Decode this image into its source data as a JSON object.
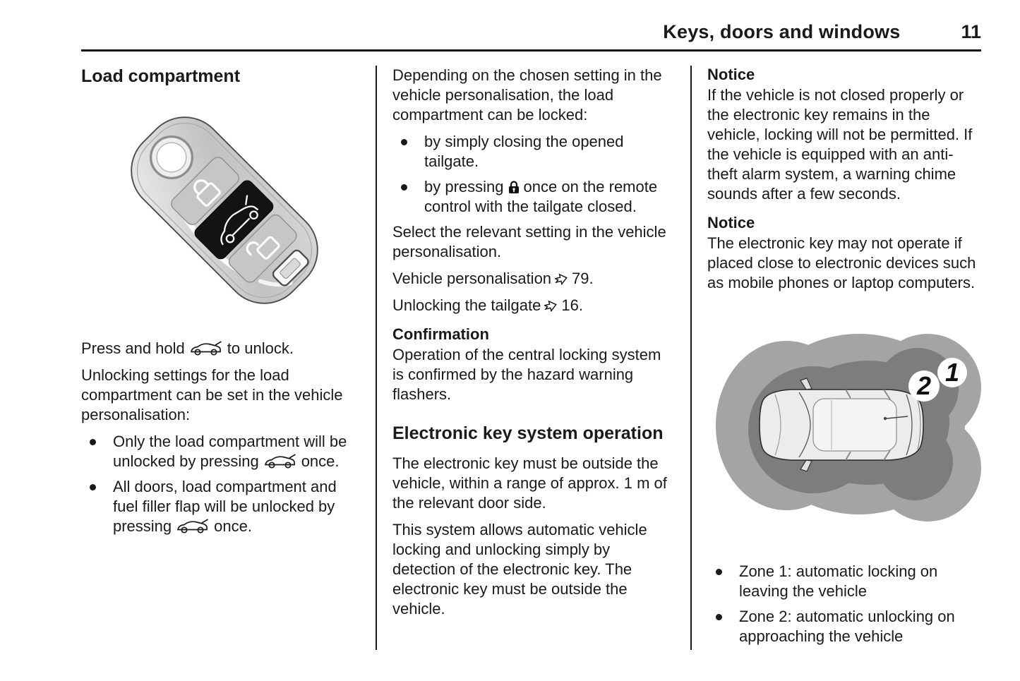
{
  "header": {
    "title": "Keys, doors and windows",
    "page_number": "11"
  },
  "left_column": {
    "heading": "Load compartment",
    "press_hold": {
      "pre": "Press and hold",
      "post": "to unlock."
    },
    "unlock_settings_intro": "Unlocking settings for the load compartment can be set in the vehicle personalisation:",
    "bullet1": {
      "pre": "Only the load compartment will be unlocked by pressing",
      "post": "once."
    },
    "bullet2": {
      "pre": "All doors, load compartment and fuel filler flap will be unlocked by pressing",
      "post": "once."
    }
  },
  "middle_column": {
    "intro": "Depending on the chosen setting in the vehicle personalisation, the load compartment can be locked:",
    "bullet1": "by simply closing the opened tailgate.",
    "bullet2": {
      "pre": "by pressing",
      "post": "once on the remote control with the tailgate closed."
    },
    "select_setting": "Select the relevant setting in the vehicle personalisation.",
    "ref1": {
      "label": "Vehicle personalisation",
      "page": "79."
    },
    "ref2": {
      "label": "Unlocking the tailgate",
      "page": "16."
    },
    "confirmation_heading": "Confirmation",
    "confirmation_text": "Operation of the central locking system is confirmed by the hazard warning flashers.",
    "eks_heading": "Electronic key system operation",
    "eks_para1": "The electronic key must be outside the vehicle, within a range of approx. 1 m of the relevant door side.",
    "eks_para2": "This system allows automatic vehicle locking and unlocking simply by detection of the electronic key. The electronic key must be outside the vehicle."
  },
  "right_column": {
    "notice1_heading": "Notice",
    "notice1_text": "If the vehicle is not closed properly or the electronic key remains in the vehicle, locking will not be permitted. If the vehicle is equipped with an anti-theft alarm system, a warning chime sounds after a few seconds.",
    "notice2_heading": "Notice",
    "notice2_text": "The electronic key may not operate if placed close to electronic devices such as mobile phones or laptop computers.",
    "zone_labels": {
      "zone1": "1",
      "zone2": "2"
    },
    "bullet1": "Zone 1: automatic locking on leaving the vehicle",
    "bullet2": "Zone 2: automatic unlocking on approaching the vehicle"
  },
  "icons": {
    "car_tailgate": "car-with-open-tailgate-icon",
    "lock_filled": "padlock-filled-icon",
    "ref_arrow": "page-reference-arrow-icon",
    "fob_lock_button": "key-fob-lock-button",
    "fob_tailgate_button": "key-fob-tailgate-button",
    "fob_unlock_button": "key-fob-unlock-button"
  },
  "colors": {
    "zone_outer": "#a4a4a4",
    "zone_inner": "#7d7d7d",
    "text": "#1a1a1a",
    "fob_button_black": "#131313"
  }
}
